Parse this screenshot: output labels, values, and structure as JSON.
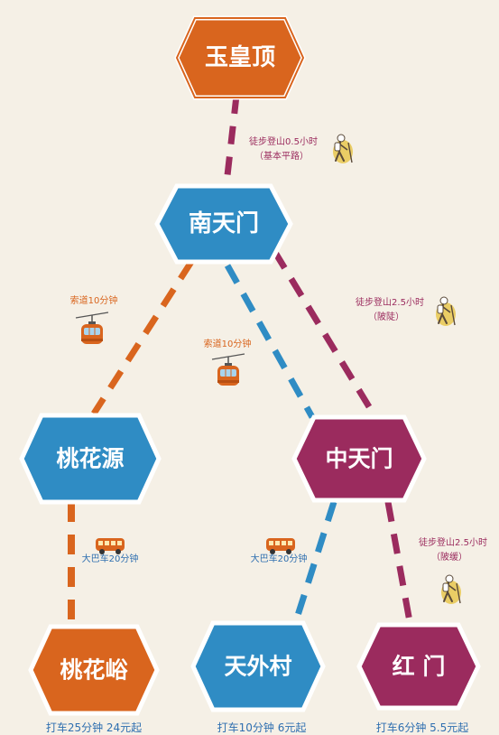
{
  "colors": {
    "orange": "#d9651e",
    "blue": "#2f8cc4",
    "purple": "#9b2b5e",
    "text_blue": "#2f6fb0",
    "hiker": "#e7c74e"
  },
  "nodes": {
    "yuhuangding": "玉皇顶",
    "nantianmen": "南天门",
    "taohuayuan": "桃花源",
    "zhongtianmen": "中天门",
    "taohuayu": "桃花峪",
    "tianwaicun": "天外村",
    "hongmen": "红  门"
  },
  "routes": {
    "top_walk": {
      "line1": "徒步登山0.5小时",
      "line2": "（基本平路）"
    },
    "cable_left": "索道10分钟",
    "cable_center": "索道10分钟",
    "walk_mid": {
      "line1": "徒步登山2.5小时",
      "line2": "（陂陡）"
    },
    "bus_left": "大巴车20分钟",
    "bus_right": "大巴车20分钟",
    "walk_low": {
      "line1": "徒步登山2.5小时",
      "line2": "（陂缓）"
    }
  },
  "bottom": {
    "taohuayu": "打车25分钟  24元起",
    "tianwaicun": "打车10分钟  6元起",
    "hongmen": "打车6分钟  5.5元起"
  },
  "icons": [
    "hiker-icon",
    "cable-car-icon",
    "bus-icon"
  ]
}
